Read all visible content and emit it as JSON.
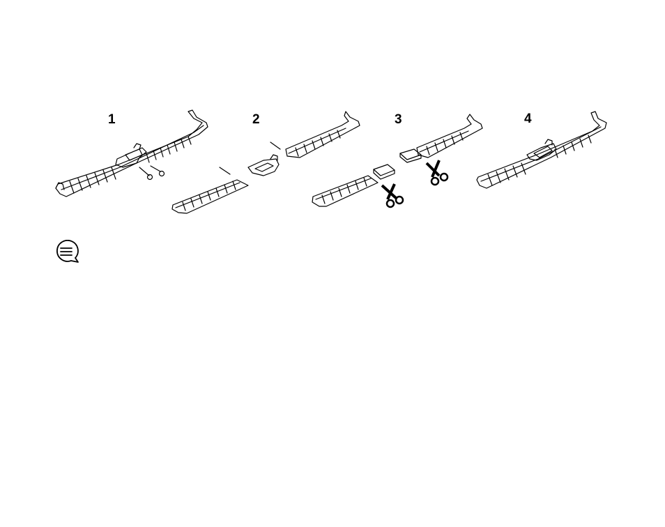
{
  "steps": [
    {
      "number": "1"
    },
    {
      "number": "2"
    },
    {
      "number": "3"
    },
    {
      "number": "4"
    }
  ],
  "icons": {
    "note": "note-speech-bubble-icon",
    "scissors": "scissors-icon"
  }
}
